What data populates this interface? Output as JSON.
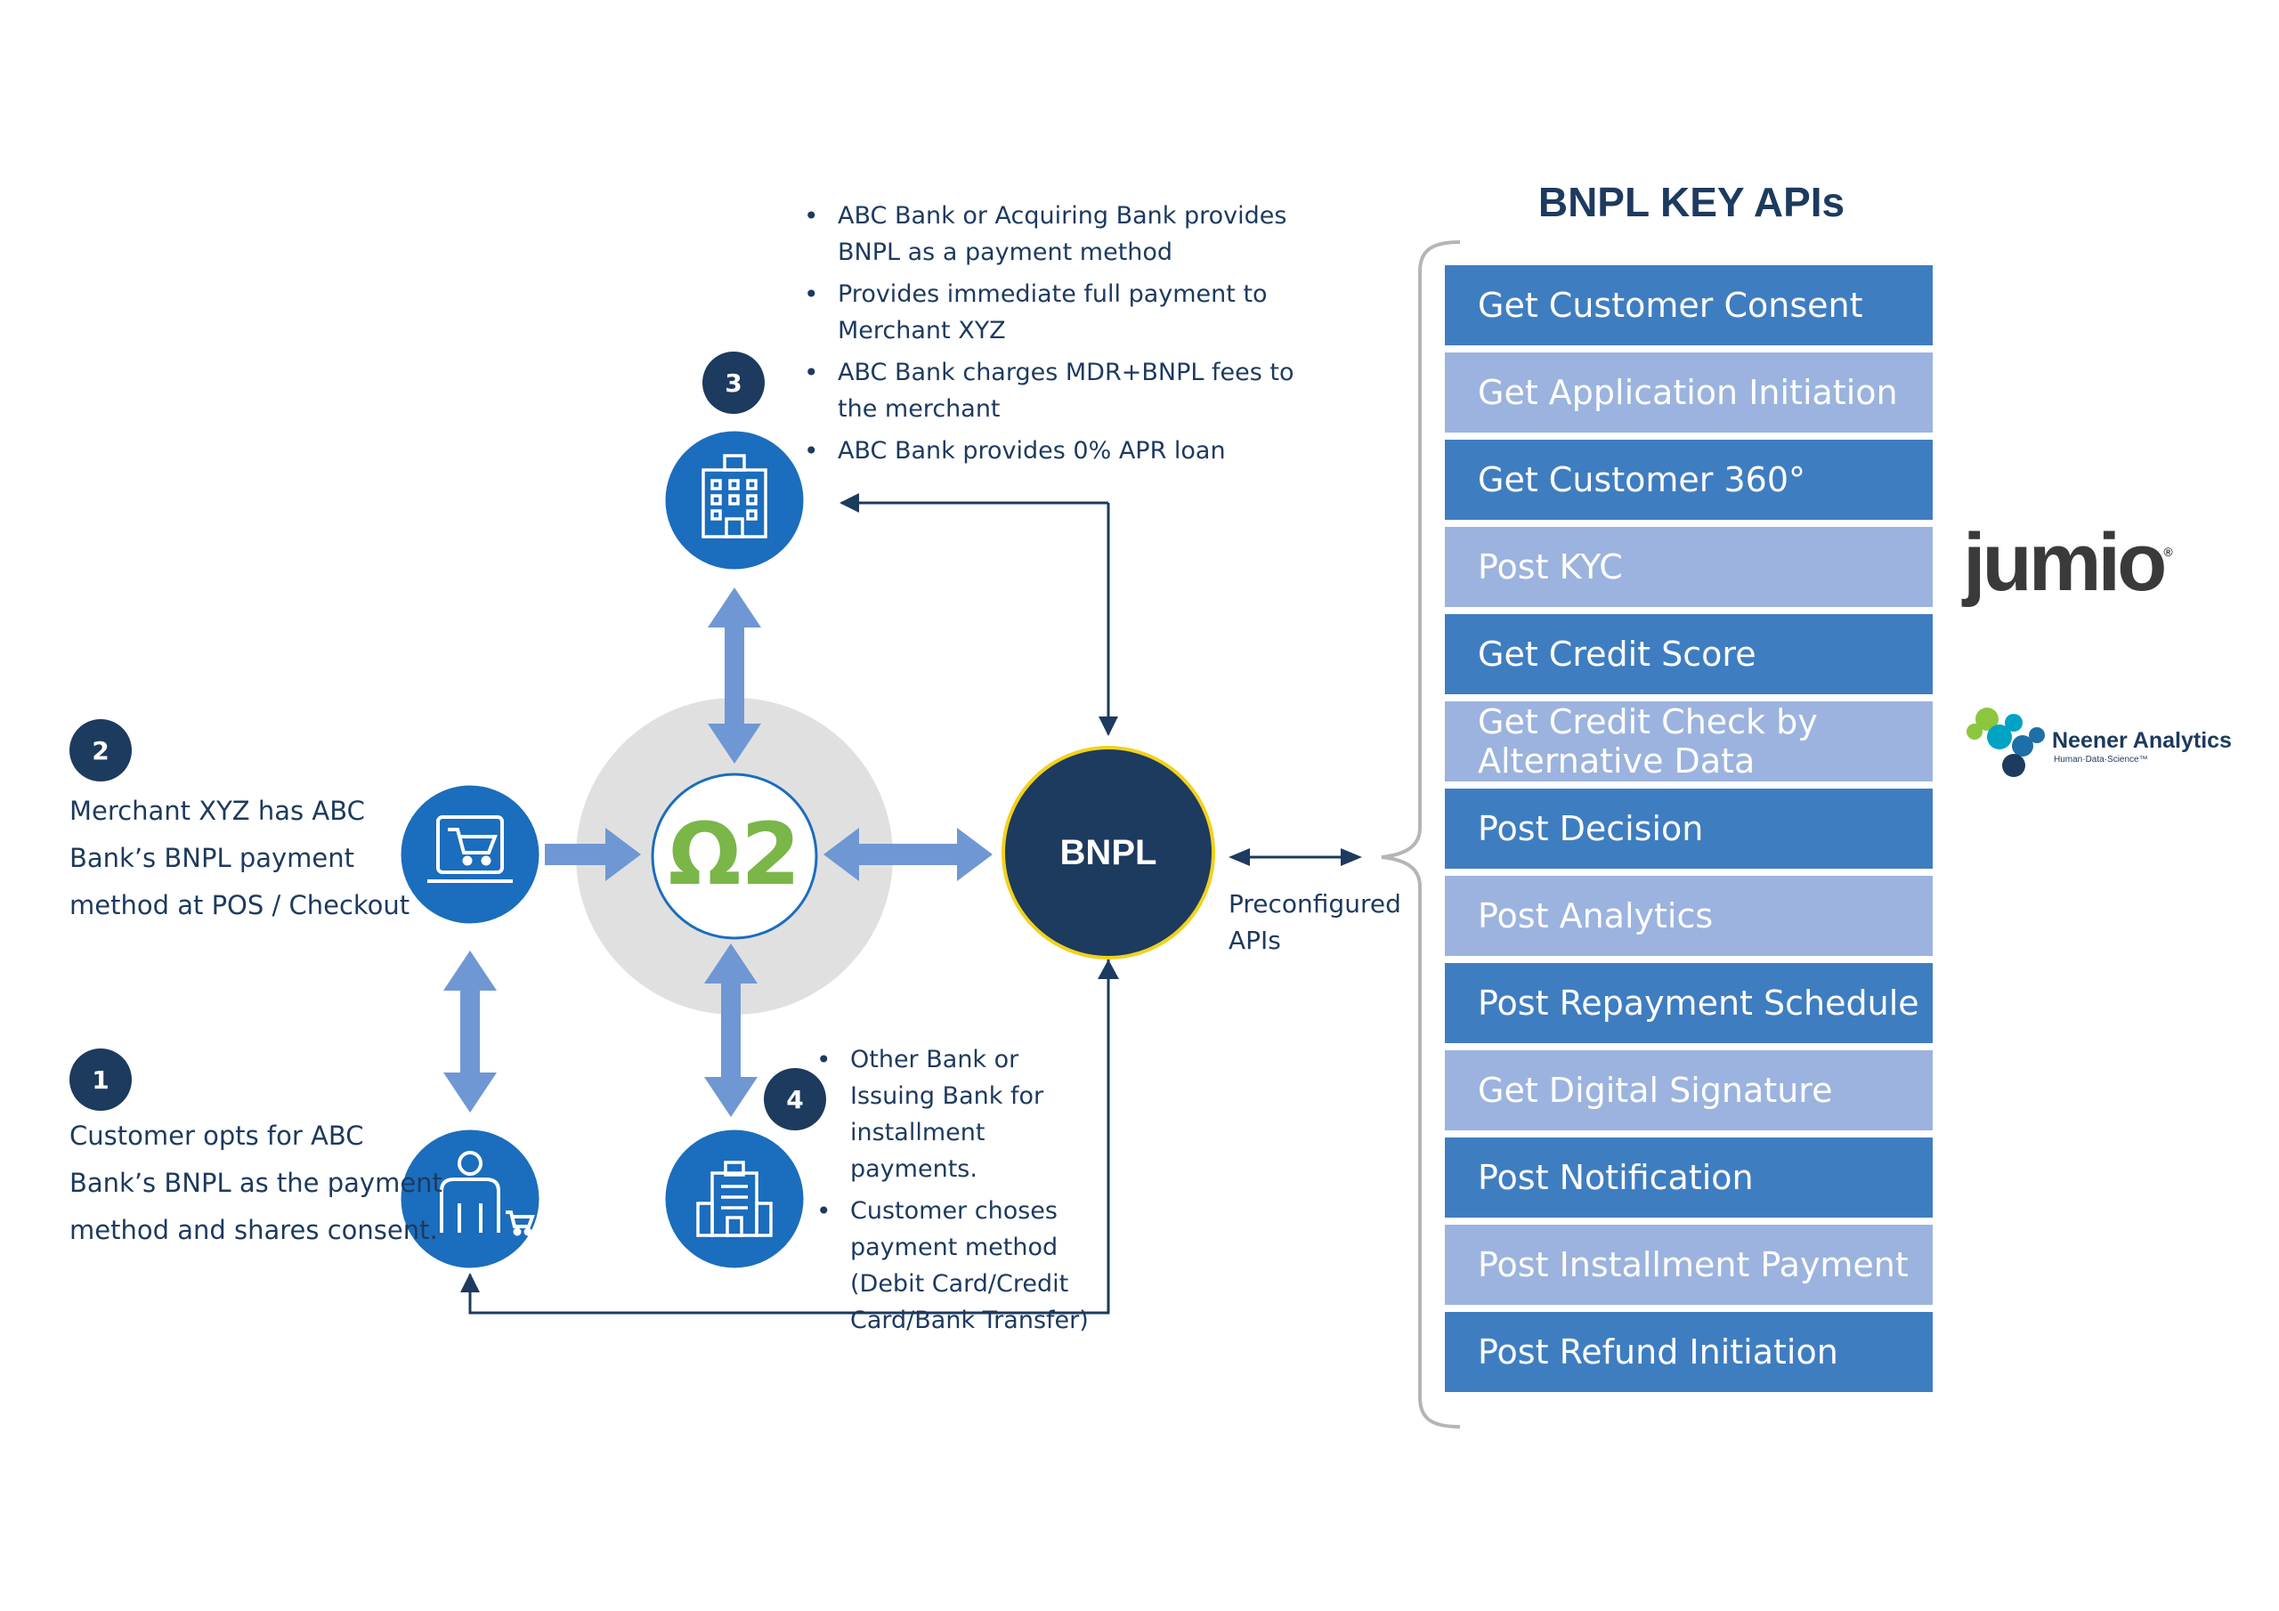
{
  "steps": [
    {
      "number": "1",
      "text": "Customer opts for ABC Bank’s BNPL as the payment method and shares consent."
    },
    {
      "number": "2",
      "text": "Merchant XYZ has ABC Bank’s BNPL payment method at POS / Checkout"
    },
    {
      "number": "3",
      "bullets": [
        "ABC Bank or Acquiring Bank provides BNPL as a payment method",
        "Provides immediate full payment to Merchant XYZ",
        "ABC Bank charges MDR+BNPL fees to the merchant",
        "ABC Bank provides 0% APR loan"
      ]
    },
    {
      "number": "4",
      "bullets": [
        "Other Bank or Issuing Bank for installment payments.",
        "Customer choses payment method (Debit Card/Credit Card/Bank Transfer)"
      ]
    }
  ],
  "hub": {
    "logo_text": "Ω2"
  },
  "bnpl_node": {
    "label": "BNPL"
  },
  "preconfigured_label": "Preconfigured APIs",
  "api_panel": {
    "title": "BNPL KEY APIs",
    "items": [
      {
        "label": "Get Customer Consent",
        "style": "dark"
      },
      {
        "label": "Get Application Initiation",
        "style": "light"
      },
      {
        "label": "Get Customer 360°",
        "style": "dark"
      },
      {
        "label": "Post KYC",
        "style": "light"
      },
      {
        "label": "Get Credit Score",
        "style": "dark"
      },
      {
        "label": "Get Credit Check by Alternative Data",
        "style": "light"
      },
      {
        "label": "Post Decision",
        "style": "dark"
      },
      {
        "label": "Post Analytics",
        "style": "light"
      },
      {
        "label": "Post Repayment Schedule",
        "style": "dark"
      },
      {
        "label": "Get  Digital Signature",
        "style": "light"
      },
      {
        "label": "Post Notification",
        "style": "dark"
      },
      {
        "label": "Post Installment Payment",
        "style": "light"
      },
      {
        "label": "Post Refund Initiation",
        "style": "dark"
      }
    ]
  },
  "partners": {
    "jumio": {
      "name": "jumio",
      "mark": "®"
    },
    "neener": {
      "name": "Neener Analytics",
      "tagline": "Human·Data·Science™"
    }
  },
  "colors": {
    "navy": "#1d3a5f",
    "node_blue": "#1b6dbd",
    "arrow_blue": "#6f97d3",
    "hub_gray": "#e0e0e0",
    "q2_green": "#7ab648",
    "api_dark": "#3f7dc1",
    "api_light": "#9bb3de",
    "bnpl_ring": "#f2d21b"
  }
}
